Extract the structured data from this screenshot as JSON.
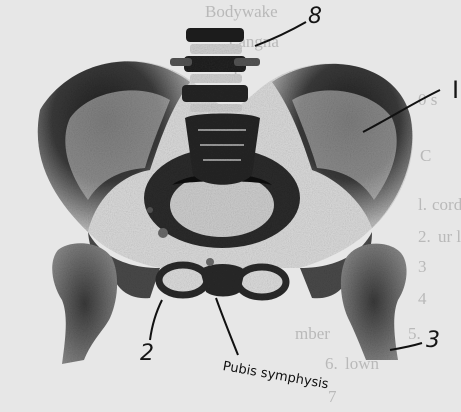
{
  "diagram": {
    "labels": {
      "vertebra": "8",
      "ilium": "I",
      "pubis": "2",
      "femur": "3",
      "symphysis": "Pubis symphysis"
    }
  },
  "show_through_text": {
    "lines": [
      "Bodywake",
      "Langna",
      "(",
      "C",
      "l.",
      "2.",
      "3",
      "4",
      "5.",
      "6.",
      "7"
    ],
    "fragments": [
      "cord",
      "ur ly",
      "mber",
      "lown",
      "0 s"
    ]
  }
}
